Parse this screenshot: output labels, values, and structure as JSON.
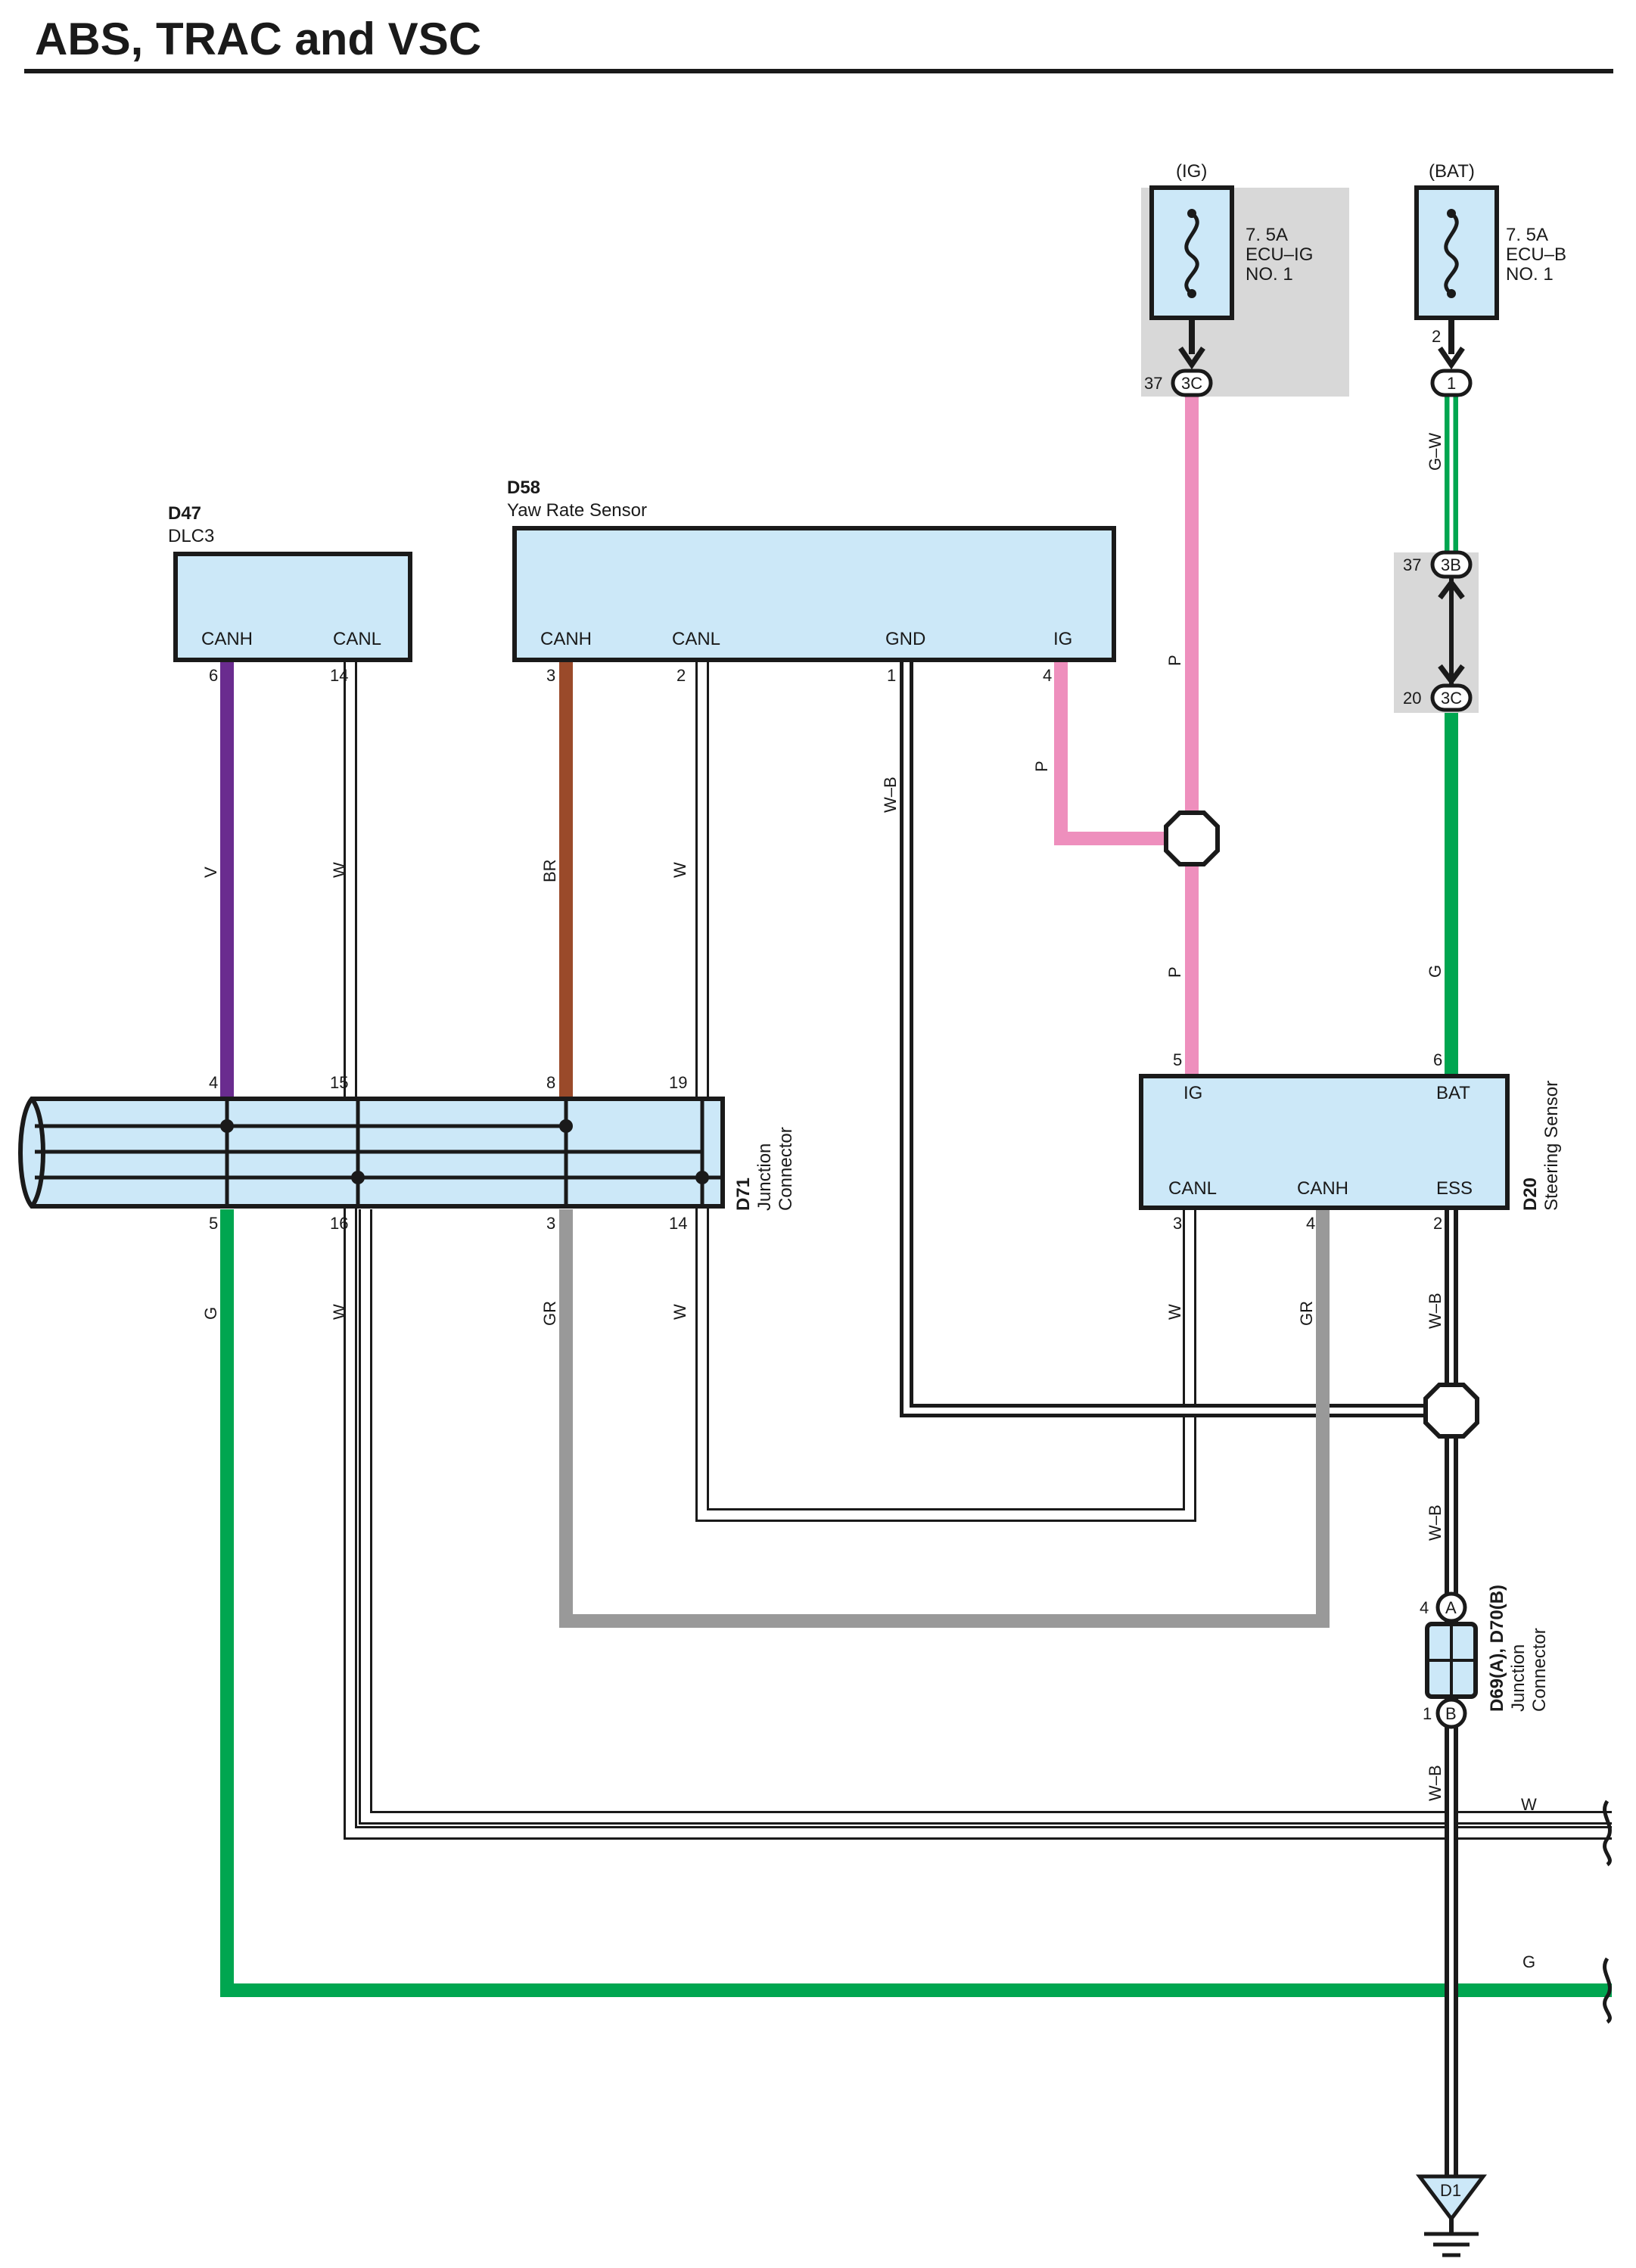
{
  "title": "ABS, TRAC and VSC",
  "power_sources": [
    {
      "label": "(IG)",
      "fuse_amp": "7. 5A",
      "fuse_name": "ECU–IG",
      "fuse_no": "NO. 1",
      "pin": "37",
      "connector": "3C"
    },
    {
      "label": "(BAT)",
      "fuse_amp": "7. 5A",
      "fuse_name": "ECU–B",
      "fuse_no": "NO. 1",
      "pin": "2",
      "connector": "1"
    }
  ],
  "components": {
    "d47": {
      "code": "D47",
      "name": "DLC3",
      "canh": "CANH",
      "canl": "CANL"
    },
    "d58": {
      "code": "D58",
      "name": "Yaw Rate Sensor",
      "canh": "CANH",
      "canl": "CANL",
      "gnd": "GND",
      "ig": "IG"
    },
    "d71": {
      "code": "D71",
      "name_line1": "Junction",
      "name_line2": "Connector"
    },
    "d20": {
      "code": "D20",
      "name": "Steering Sensor",
      "ig": "IG",
      "bat": "BAT",
      "canl": "CANL",
      "canh": "CANH",
      "ess": "ESS"
    },
    "d69": {
      "code": "D69(A), D70(B)",
      "name_line1": "Junction",
      "name_line2": "Connector",
      "a": "A",
      "b": "B",
      "pin_a": "4",
      "pin_b": "1"
    },
    "ground": {
      "code": "D1"
    }
  },
  "junction_block": {
    "top_pin": "37",
    "top_conn": "3B",
    "bot_pin": "20",
    "bot_conn": "3C"
  },
  "pins": {
    "d47_canh": "6",
    "d47_canl": "14",
    "d58_canh": "3",
    "d58_canl": "2",
    "d58_gnd": "1",
    "d58_ig": "4",
    "d71_t1": "4",
    "d71_t2": "15",
    "d71_t3": "8",
    "d71_t4": "19",
    "d71_b1": "5",
    "d71_b2": "16",
    "d71_b3": "3",
    "d71_b4": "14",
    "d20_ig": "5",
    "d20_bat": "6",
    "d20_canl": "3",
    "d20_canh": "4",
    "d20_ess": "2"
  },
  "wire_labels": {
    "v": "V",
    "w": "W",
    "br": "BR",
    "wb": "W–B",
    "p": "P",
    "gw": "G–W",
    "g": "G",
    "gr": "GR"
  },
  "wire_colors": {
    "violet": "#6a2c8f",
    "brown": "#9a4a2a",
    "pink": "#ee8fbd",
    "green": "#00a650",
    "gray": "#999999"
  }
}
